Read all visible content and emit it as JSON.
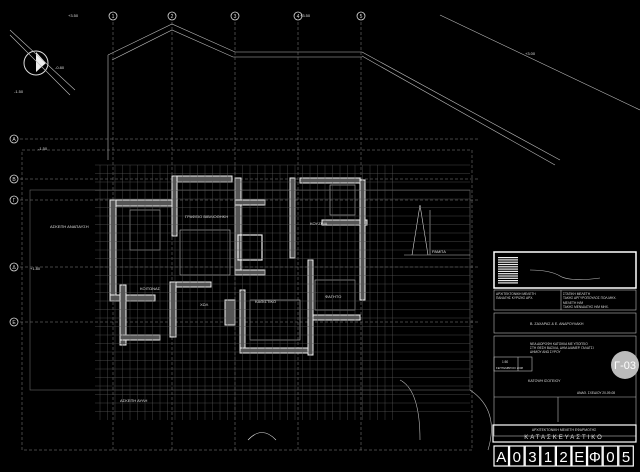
{
  "drawing": {
    "grid_columns": [
      "1",
      "2",
      "3",
      "4",
      "5"
    ],
    "grid_rows": [
      "Α",
      "Β",
      "Γ",
      "Δ",
      "Ε"
    ],
    "levels": [
      "+3.50",
      "-0.80",
      "-1.50",
      "+3.50",
      "+3.00",
      "-1.50",
      "+1.80"
    ],
    "rooms": [
      {
        "name": "ΑΣΚΕΠΗ ΑΝΑΠΑΥΣΗ"
      },
      {
        "name": "ΓΡΑΦΕΙΟ ΒΙΒΛΙΟΘΗΚΗ"
      },
      {
        "name": "ΚΟΙΤΩΝΑΣ"
      },
      {
        "name": "ΚΟΥΖΙΝΑ"
      },
      {
        "name": "ΚΑΘΙΣΤΙΚΟ"
      },
      {
        "name": "ΦΑΓΗΤΟ"
      },
      {
        "name": "ΧΩΛ"
      },
      {
        "name": "ΡΑΜΠΑ"
      },
      {
        "name": "ΑΣΚΕΠΗ ΑΥΛΗ"
      }
    ]
  },
  "title_block": {
    "arch_study_label": "ΑΡΧΙΤΕΚΤΟΝΙΚΗ ΜΕΛΕΤΗ",
    "arch_study_name": "ΠΑΝΑΓΗΣ ΚΥΡΙΖΗΣ ΑΡΧ.",
    "static_study_label": "ΣΤΑΤΙΚΗ ΜΕΛΕΤΗ",
    "static_study_name": "ΤΑΚΗΣ ΑΡΓΥΡΟΠΟΥΛΟΣ ΠΟΛ.ΜΗΧ.",
    "mech_study_label": "ΜΕΛΕΤΗ Η/Μ",
    "mech_study_name": "ΤΑΚΗΣ ΜΕΝΙΔΙΑΤΗΣ Η/Μ ΜΗΧ.",
    "owners": "Β. ΖΑΧΑΡΑΣ & Ε. ΑΝΔΡΟΥΛΑΚΗ",
    "project_lines": [
      "ΝΕΑ ΔΙΩΡΟΦΗ ΚΑΤΟΙΚΙΑ ΜΕ ΥΠΟΓΕΙΟ",
      "ΣΤΗ ΘΕΣΗ ΒΑΣΙΛΑ, ΔΗΜ.ΔΙΑΜΕΡ. ΓΑΛΑΤΣΙ",
      "ΔΗΜΟΥ ΑΝΩ ΣΥΡΟΥ"
    ],
    "scale": "1:50",
    "date": "ΣΕΠΤΕΜΒΡΙΟΣ 2008",
    "sheet_title": "ΚΑΤΟΨΗ ΙΣΟΓΕΙΟΥ",
    "revision": "ΑΝΑΘ. ΣΧΕΔΙΟΥ  20-09-08",
    "badge": "Γ-03",
    "phase_label": "ΑΡΧΙΤΕΚΤΟΝΙΚΗ   ΜΕΛΕΤΗ   ΕΦΑΡΜΟΓΗΣ",
    "phase": "ΚΑΤΑΣΚΕΥΑΣΤΙΚΟ",
    "code_chars": [
      "Α",
      "0",
      "3",
      "1",
      "2",
      "Ε",
      "Φ",
      "0",
      "5"
    ]
  }
}
